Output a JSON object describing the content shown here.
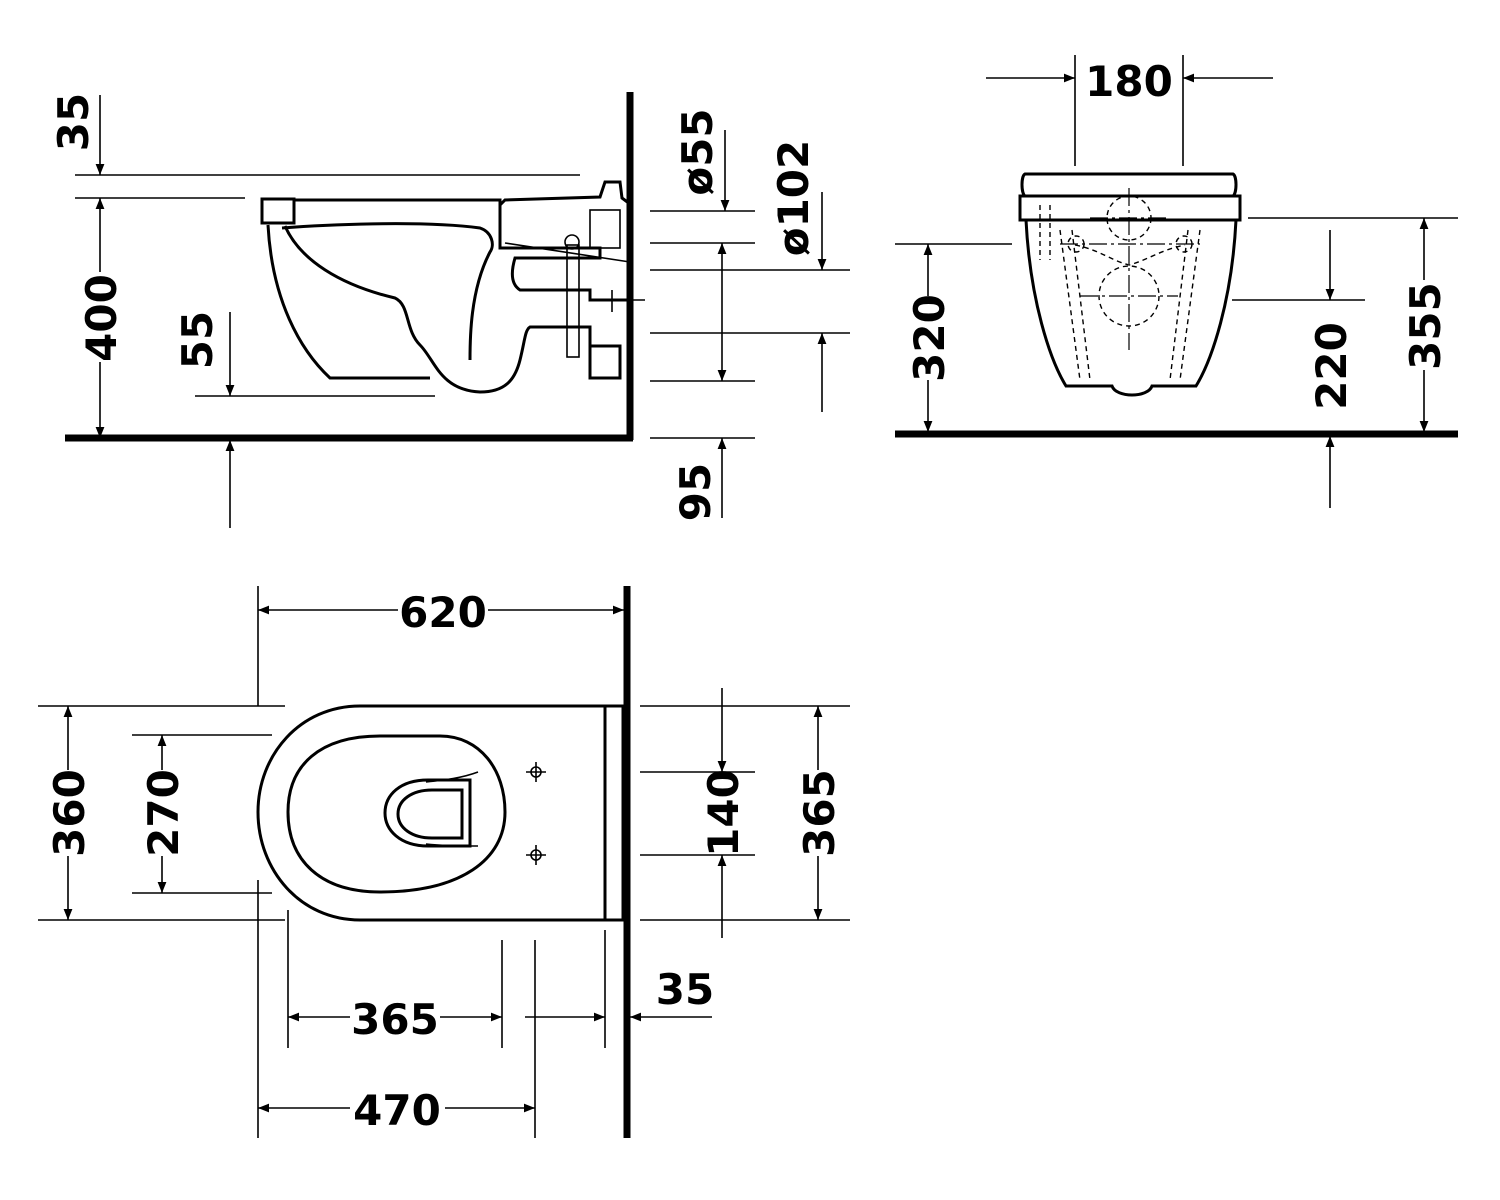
{
  "side_view": {
    "dims": {
      "top_offset": "35",
      "height": "400",
      "inner_depth": "55",
      "inlet_diameter": "ø55",
      "outlet_diameter": "ø102",
      "outlet_height": "95"
    }
  },
  "front_view": {
    "dims": {
      "connector_spacing": "180",
      "fixing_height": "320",
      "outlet_center_height": "220",
      "overall_height": "355"
    }
  },
  "top_view": {
    "dims": {
      "length": "620",
      "outer_width": "360",
      "inner_width": "270",
      "bolt_spacing": "140",
      "overall_width": "365",
      "wall_offset": "35",
      "bolt_distance": "365",
      "seat_length": "470"
    }
  }
}
